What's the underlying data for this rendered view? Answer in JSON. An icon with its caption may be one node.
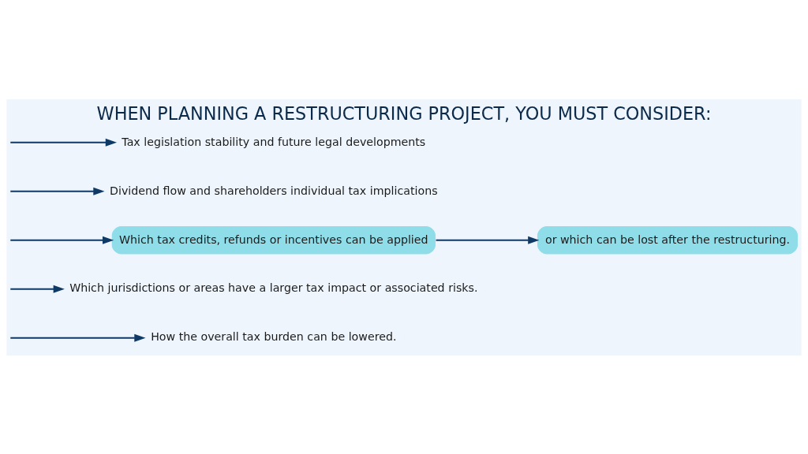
{
  "diagram": {
    "title": "WHEN PLANNING A RESTRUCTURING PROJECT, YOU MUST CONSIDER:",
    "nodes": [
      {
        "text": [
          "How the overall tax burden can be lowered."
        ]
      },
      {
        "text": [
          "Which jurisdictions or areas have a larger tax impact or associated risks."
        ]
      },
      {
        "text": [
          "Which tax credits, refunds or incentives can be applied"
        ]
      },
      {
        "text": [
          "Dividend flow and shareholders individual tax implications"
        ]
      },
      {
        "text": [
          "Tax legislation stability and future legal developments"
        ]
      },
      {
        "text": [
          "or which can be lost after the restructuring."
        ]
      }
    ],
    "edges": [
      {
        "from": null,
        "to": 0,
        "arrow": "to"
      },
      {
        "from": null,
        "to": 1,
        "arrow": "to"
      },
      {
        "from": null,
        "to": 2,
        "arrow": "to"
      },
      {
        "from": null,
        "to": 3,
        "arrow": "to"
      },
      {
        "from": null,
        "to": 4,
        "arrow": "to"
      },
      {
        "from": 2,
        "to": 5,
        "arrow": "to"
      }
    ]
  }
}
